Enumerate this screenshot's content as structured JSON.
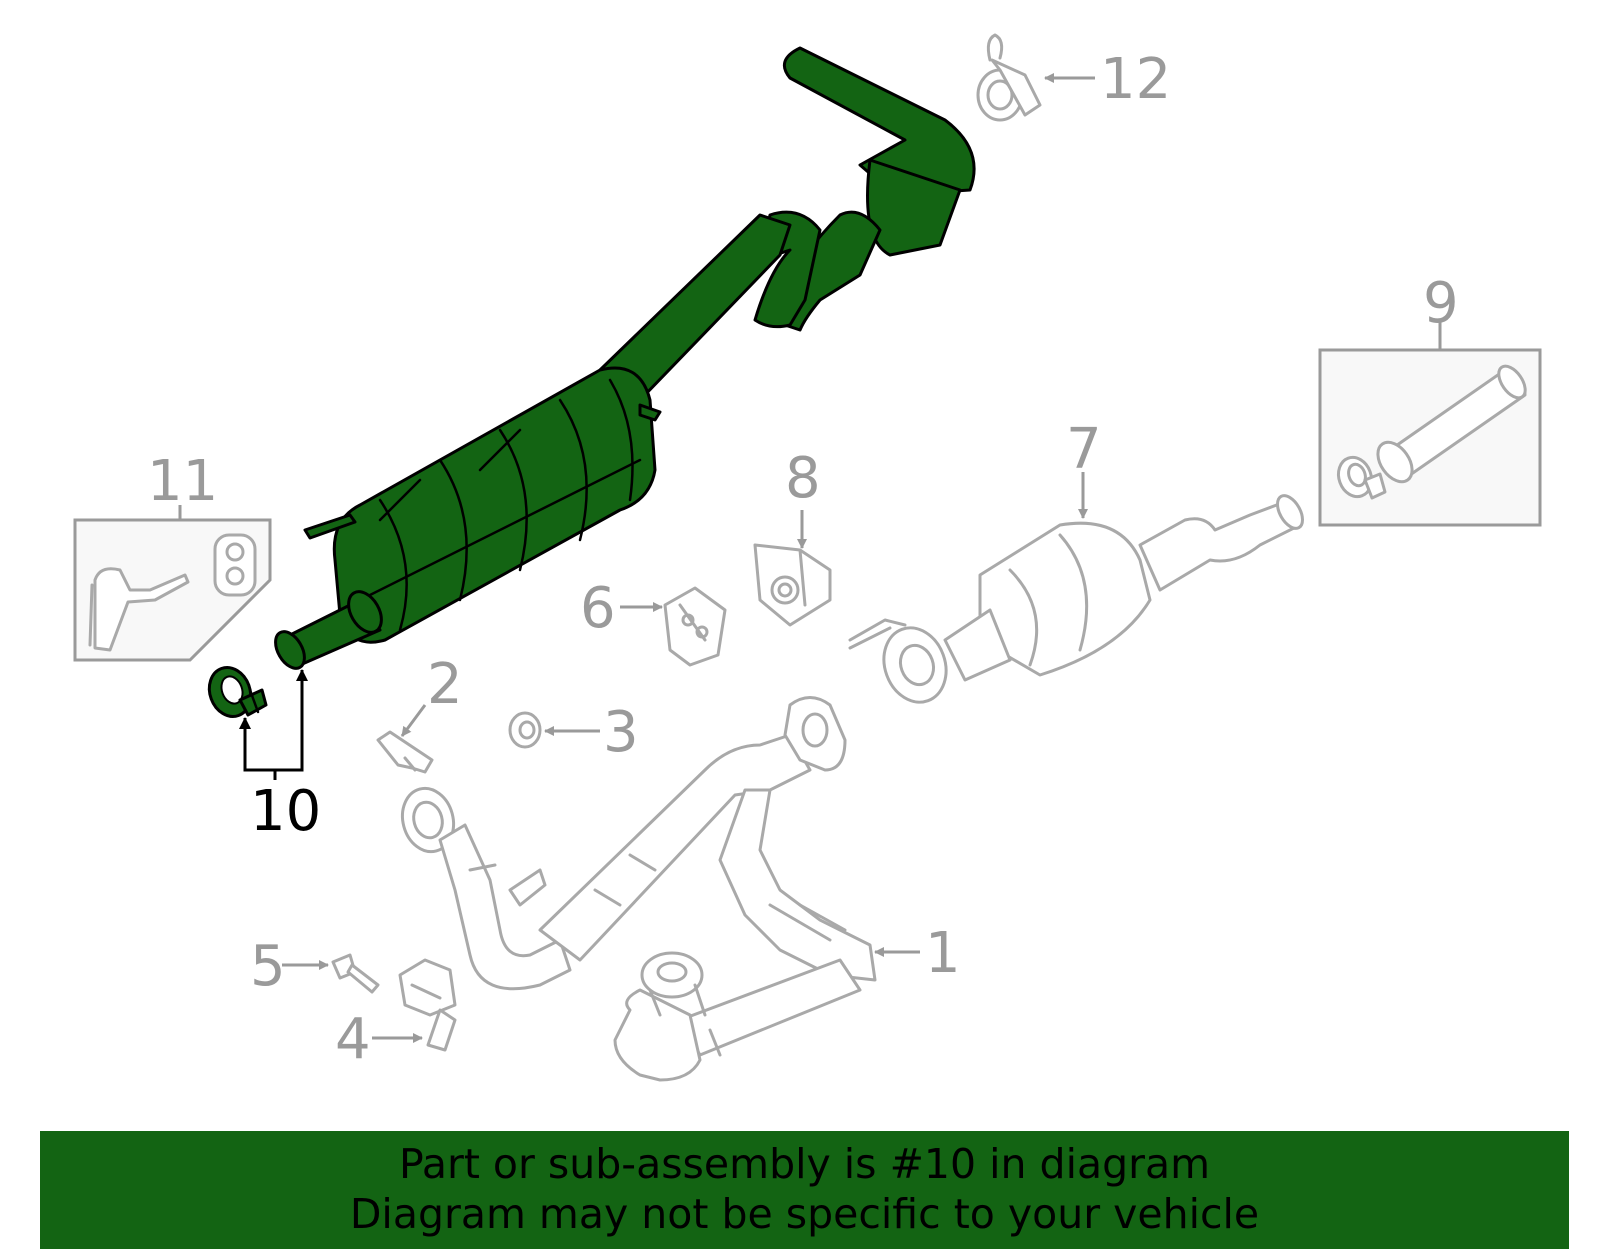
{
  "callouts": {
    "c1": "1",
    "c2": "2",
    "c3": "3",
    "c4": "4",
    "c5": "5",
    "c6": "6",
    "c7": "7",
    "c8": "8",
    "c9": "9",
    "c10": "10",
    "c11": "11",
    "c12": "12"
  },
  "highlight_callout": "10",
  "colors": {
    "highlight": "#136413",
    "outline_grey": "#a9a9a9",
    "label_grey": "#9a9a9a",
    "banner_bg": "#136413"
  },
  "banner": {
    "line1": "Part or sub-assembly is #10 in diagram",
    "line2": "Diagram may not be specific to your vehicle"
  }
}
